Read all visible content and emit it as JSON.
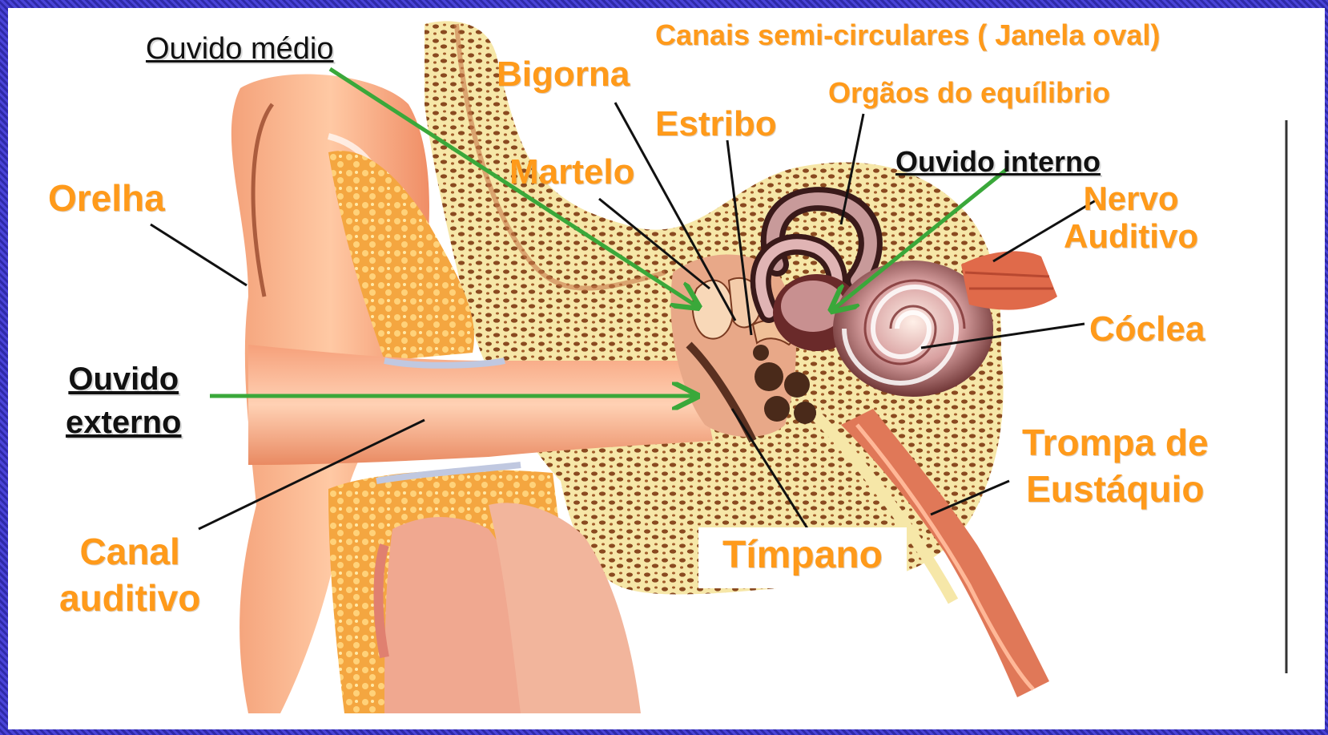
{
  "labels": {
    "ouvido_medio": "Ouvido médio",
    "bigorna": "Bigorna",
    "canais": "Canais semi-circulares ( Janela oval)",
    "orgaos": "Orgãos do equílibrio",
    "estribo": "Estribo",
    "martelo": "Martelo",
    "orelha": "Orelha",
    "ouvido_interno": "Ouvido interno",
    "nervo": "Nervo\nAuditivo",
    "coclea": "Cóclea",
    "ouvido_externo": "Ouvido\nexterno",
    "trompa": "Trompa de\nEustáquio",
    "canal": "Canal\nauditivo",
    "timpano": "Tímpano"
  },
  "colors": {
    "label_orange": "#ff9a1a",
    "heading_black": "#111111",
    "arrow_green": "#3aa83a",
    "leader_black": "#111111",
    "frame_blue": "#3a36c8"
  }
}
